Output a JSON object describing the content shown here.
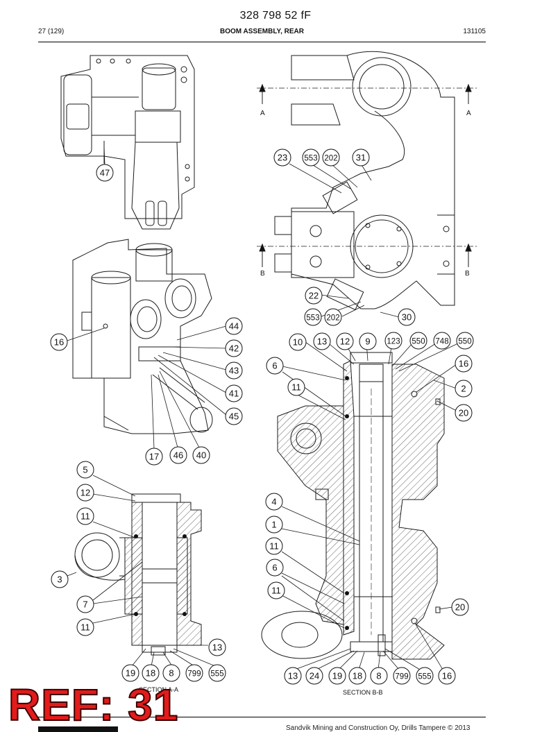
{
  "header": {
    "doc_number": "328 798 52 fF",
    "page": "27 (129)",
    "title": "BOOM ASSEMBLY, REAR",
    "code": "131105"
  },
  "section_labels": {
    "a_left": "A",
    "a_right": "A",
    "b_left": "B",
    "b_right": "B",
    "section_aa": "SECTION A-A",
    "section_bb": "SECTION B-B"
  },
  "callouts": [
    {
      "id": "c47",
      "label": "47"
    },
    {
      "id": "c23",
      "label": "23"
    },
    {
      "id": "c553a",
      "label": "553"
    },
    {
      "id": "c202a",
      "label": "202"
    },
    {
      "id": "c31",
      "label": "31"
    },
    {
      "id": "c22",
      "label": "22"
    },
    {
      "id": "c553b",
      "label": "553"
    },
    {
      "id": "c202b",
      "label": "202"
    },
    {
      "id": "c30",
      "label": "30"
    },
    {
      "id": "c16a",
      "label": "16"
    },
    {
      "id": "c44",
      "label": "44"
    },
    {
      "id": "c42",
      "label": "42"
    },
    {
      "id": "c43",
      "label": "43"
    },
    {
      "id": "c41",
      "label": "41"
    },
    {
      "id": "c45",
      "label": "45"
    },
    {
      "id": "c17",
      "label": "17"
    },
    {
      "id": "c46",
      "label": "46"
    },
    {
      "id": "c40",
      "label": "40"
    },
    {
      "id": "c10",
      "label": "10"
    },
    {
      "id": "c13a",
      "label": "13"
    },
    {
      "id": "c12a",
      "label": "12"
    },
    {
      "id": "c9",
      "label": "9"
    },
    {
      "id": "c123",
      "label": "123"
    },
    {
      "id": "c550a",
      "label": "550"
    },
    {
      "id": "c748",
      "label": "748"
    },
    {
      "id": "c550b",
      "label": "550"
    },
    {
      "id": "c6a",
      "label": "6"
    },
    {
      "id": "c16b",
      "label": "16"
    },
    {
      "id": "c11a",
      "label": "11"
    },
    {
      "id": "c2",
      "label": "2"
    },
    {
      "id": "c20a",
      "label": "20"
    },
    {
      "id": "c5",
      "label": "5"
    },
    {
      "id": "c12b",
      "label": "12"
    },
    {
      "id": "c11b",
      "label": "11"
    },
    {
      "id": "c3",
      "label": "3"
    },
    {
      "id": "c7",
      "label": "7"
    },
    {
      "id": "c11c",
      "label": "11"
    },
    {
      "id": "c13b",
      "label": "13"
    },
    {
      "id": "c19a",
      "label": "19"
    },
    {
      "id": "c18a",
      "label": "18"
    },
    {
      "id": "c8a",
      "label": "8"
    },
    {
      "id": "c799a",
      "label": "799"
    },
    {
      "id": "c555a",
      "label": "555"
    },
    {
      "id": "c4",
      "label": "4"
    },
    {
      "id": "c1",
      "label": "1"
    },
    {
      "id": "c11d",
      "label": "11"
    },
    {
      "id": "c6b",
      "label": "6"
    },
    {
      "id": "c11e",
      "label": "11"
    },
    {
      "id": "c20b",
      "label": "20"
    },
    {
      "id": "c13c",
      "label": "13"
    },
    {
      "id": "c24",
      "label": "24"
    },
    {
      "id": "c19b",
      "label": "19"
    },
    {
      "id": "c18b",
      "label": "18"
    },
    {
      "id": "c8b",
      "label": "8"
    },
    {
      "id": "c799b",
      "label": "799"
    },
    {
      "id": "c555b",
      "label": "555"
    },
    {
      "id": "c16c",
      "label": "16"
    }
  ],
  "ref_stamp": "REF: 31",
  "footer": {
    "copyright": "Sandvik Mining and Construction Oy, Drills Tampere © 2013"
  },
  "colors": {
    "ref_red": "#e31b1b",
    "line": "#111111"
  }
}
